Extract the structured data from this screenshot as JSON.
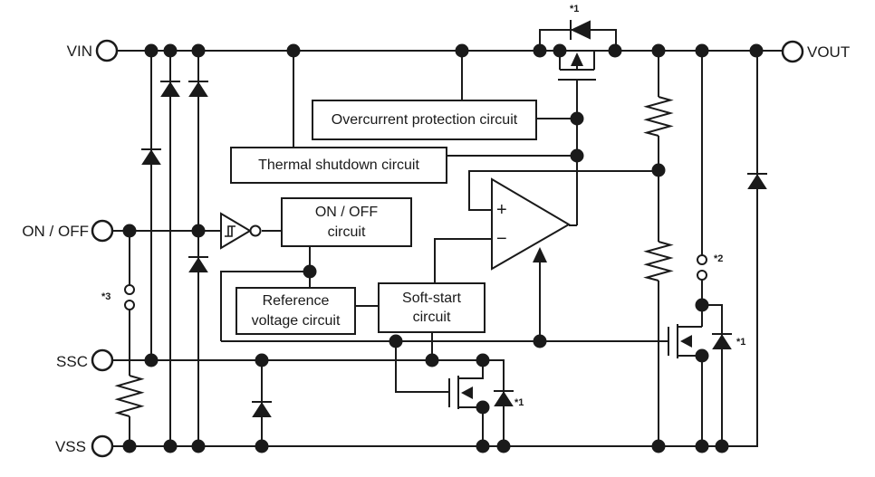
{
  "pins": {
    "vin": "VIN",
    "vout": "VOUT",
    "onoff": "ON / OFF",
    "ssc": "SSC",
    "vss": "VSS"
  },
  "blocks": {
    "overcurrent": {
      "label": "Overcurrent protection circuit"
    },
    "thermal": {
      "label": "Thermal shutdown circuit"
    },
    "onoff": {
      "line1": "ON / OFF",
      "line2": "circuit"
    },
    "reference": {
      "line1": "Reference",
      "line2": "voltage circuit"
    },
    "softstart": {
      "line1": "Soft-start",
      "line2": "circuit"
    }
  },
  "comparator": {
    "plus": "+",
    "minus": "−"
  },
  "notes": {
    "n1": "*1",
    "n2": "*2",
    "n3": "*3"
  },
  "colors": {
    "line": "#1a1a1a",
    "background": "#ffffff"
  }
}
